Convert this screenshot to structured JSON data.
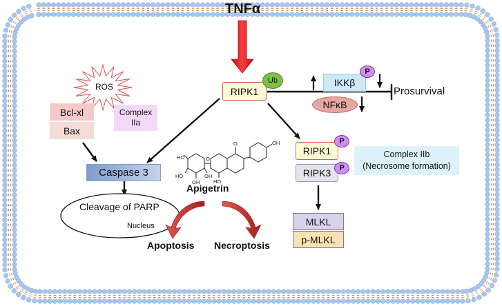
{
  "stimulus": "TNFα",
  "ros": "ROS",
  "bcl": "Bcl-xl",
  "bax": "Bax",
  "complex_iia": [
    "Complex",
    "IIa"
  ],
  "caspase3": "Caspase 3",
  "parp": "Cleavage of PARP",
  "nucleus": "Nucleus",
  "ripk1": "RIPK1",
  "ub": "Ub",
  "ikkb": "IKKβ",
  "nfkb": "NFκB",
  "prosurvival": "Prosurvival",
  "p_badge": "P",
  "ripk1_p": "RIPK1",
  "ripk3_p": "RIPK3",
  "complex_iib": [
    "Complex IIb",
    "(Necrosome formation)"
  ],
  "mlkl": "MLKL",
  "p_mlkl": "p-MLKL",
  "apigetrin": "Apigetrin",
  "apoptosis": "Apoptosis",
  "necroptosis": "Necroptosis",
  "molecule_atoms": {
    "ho": "HO",
    "oh": "OH",
    "o": "O"
  },
  "colors": {
    "membrane_orange": "#f07c1e",
    "membrane_blue": "#a9c6ec",
    "tnf_arrow": "#ee1c25",
    "ripk_fill": "#fdfbd6",
    "ripk_border": "#e45a5a",
    "ikkb_fill": "#cde9f5",
    "nfkb_fill": "#e7a6a2",
    "caspase_fill": "#9db6dc",
    "bcl_fill": "#f5c9c6",
    "bax_fill": "#f4dcd7",
    "complex_iia_fill": "#f2d9f8",
    "complex_iib_fill": "#ddf3f9",
    "mlkl_fill": "#d9d2e9",
    "pmlkl_fill": "#fbe2b2",
    "curved_arrow": "#c6302c",
    "phospho": "#cf8df0",
    "ubiquitin": "#7cc144"
  }
}
